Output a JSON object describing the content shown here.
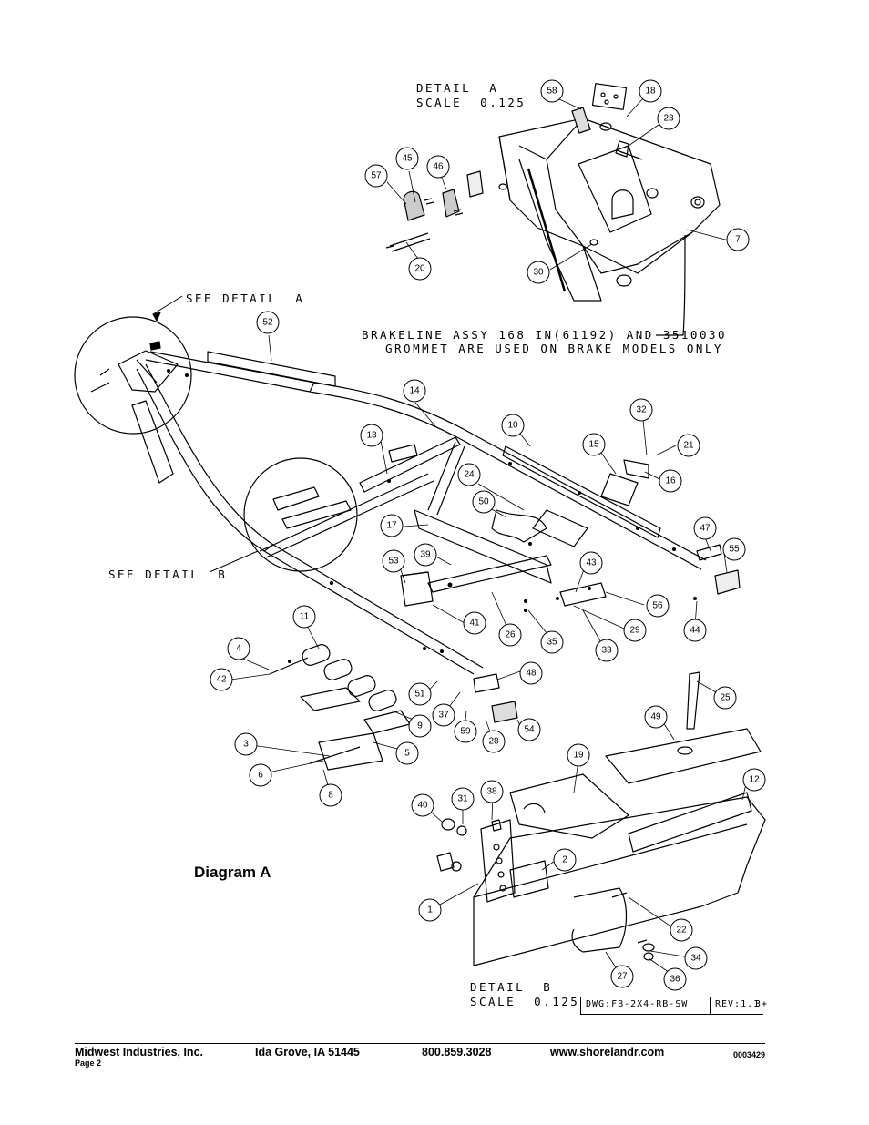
{
  "notes": {
    "detail_a_line1": "DETAIL  A",
    "detail_a_line2": "SCALE  0.125",
    "see_detail_a": "SEE DETAIL  A",
    "see_detail_b": "SEE DETAIL  B",
    "brakeline_line1": "BRAKELINE ASSY 168 IN(61192) AND 3510030",
    "brakeline_line2": "GROMMET ARE USED ON BRAKE MODELS ONLY",
    "detail_b_line1": "DETAIL  B",
    "detail_b_line2": "SCALE  0.125"
  },
  "diagram_label": "Diagram A",
  "title_block": {
    "dwg": "DWG:FB-2X4-RB-SW",
    "rev": "REV:1.1",
    "overflow": "3+"
  },
  "callouts": [
    "58",
    "18",
    "23",
    "45",
    "46",
    "57",
    "7",
    "30",
    "20",
    "52",
    "14",
    "13",
    "32",
    "10",
    "15",
    "21",
    "16",
    "24",
    "50",
    "17",
    "47",
    "55",
    "53",
    "39",
    "43",
    "56",
    "41",
    "26",
    "35",
    "29",
    "44",
    "33",
    "11",
    "4",
    "42",
    "48",
    "25",
    "49",
    "51",
    "37",
    "9",
    "59",
    "28",
    "54",
    "3",
    "5",
    "19",
    "6",
    "12",
    "8",
    "38",
    "40",
    "31",
    "2",
    "1",
    "22",
    "34",
    "27",
    "36"
  ],
  "footer": {
    "company": "Midwest Industries, Inc.",
    "city": "Ida Grove, IA  51445",
    "phone": "800.859.3028",
    "website": "www.shorelandr.com",
    "doc_number": "0003429",
    "page": "Page 2"
  }
}
